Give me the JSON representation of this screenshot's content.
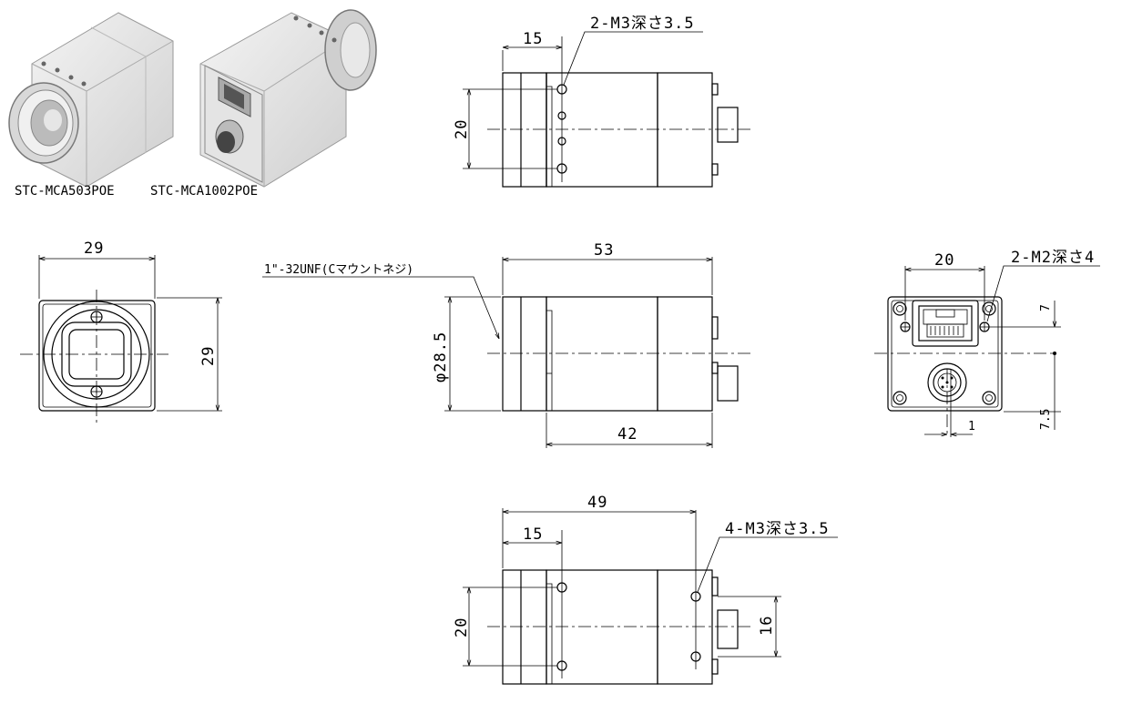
{
  "captions": {
    "model_a": "STC-MCA503POE",
    "model_b": "STC-MCA1002POE"
  },
  "dims": {
    "top_15": "15",
    "top_20": "20",
    "top_holes": "2-M3深さ3.5",
    "front_29_w": "29",
    "front_29_h": "29",
    "side_53": "53",
    "side_42": "42",
    "side_dia": "φ28.5",
    "side_mount": "1\"-32UNF(Cマウントネジ)",
    "rear_20": "20",
    "rear_holes": "2-M2深さ4",
    "rear_7": "7",
    "rear_7_5": "7.5",
    "rear_1": "1",
    "bottom_49": "49",
    "bottom_15": "15",
    "bottom_20": "20",
    "bottom_16": "16",
    "bottom_holes": "4-M3深さ3.5"
  }
}
